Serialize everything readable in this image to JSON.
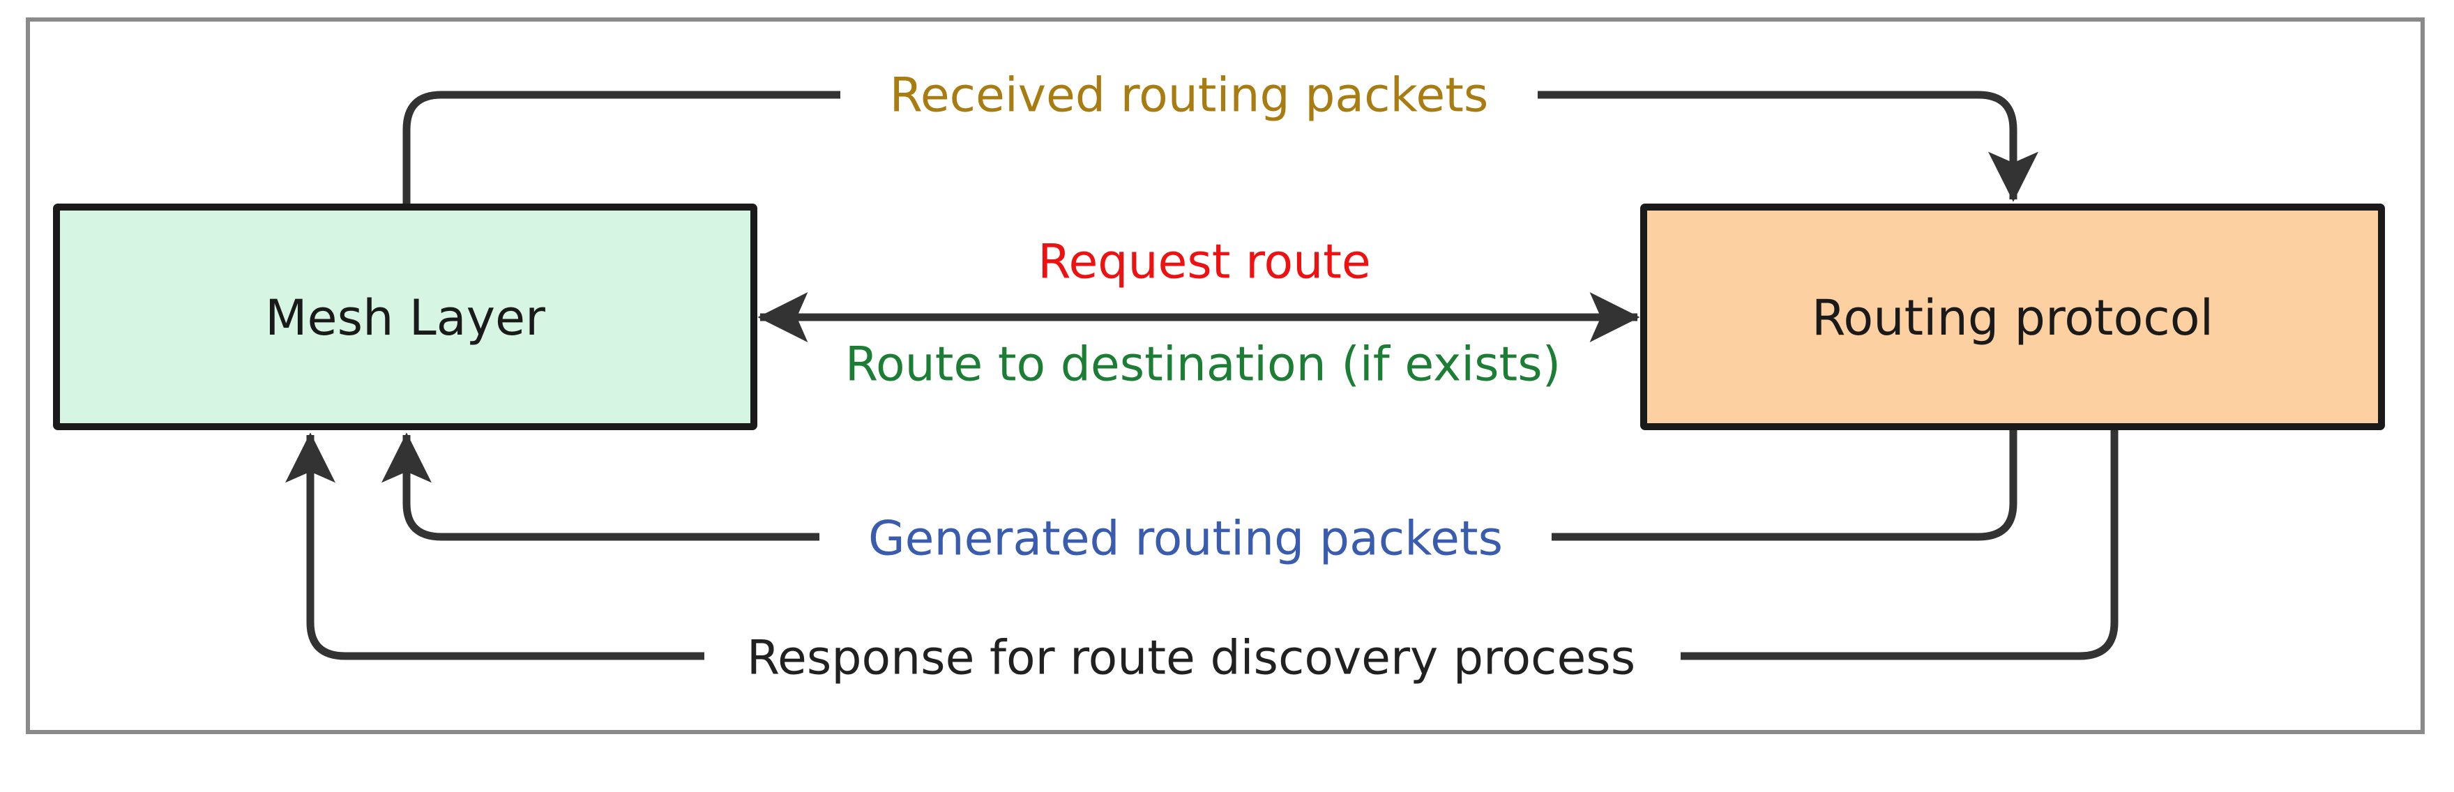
{
  "canvas": {
    "background": "#ffffff",
    "frame_color": "#8a8a8a",
    "line_color": "#333333"
  },
  "nodes": {
    "mesh": {
      "label": "Mesh Layer",
      "fill": "#d6f5e3",
      "text_color": "#1a1a1a"
    },
    "routing": {
      "label": "Routing protocol",
      "fill": "#fcd0a1",
      "text_color": "#1a1a1a"
    }
  },
  "edges": {
    "received": {
      "label": "Received routing packets",
      "color": "#a87c10"
    },
    "request": {
      "label": "Request route",
      "color": "#ee1111"
    },
    "route_result": {
      "label": "Route to destination (if exists)",
      "color": "#1b7e34"
    },
    "generated": {
      "label": "Generated routing packets",
      "color": "#3a5cae"
    },
    "response": {
      "label": "Response for route discovery process",
      "color": "#212121"
    }
  }
}
